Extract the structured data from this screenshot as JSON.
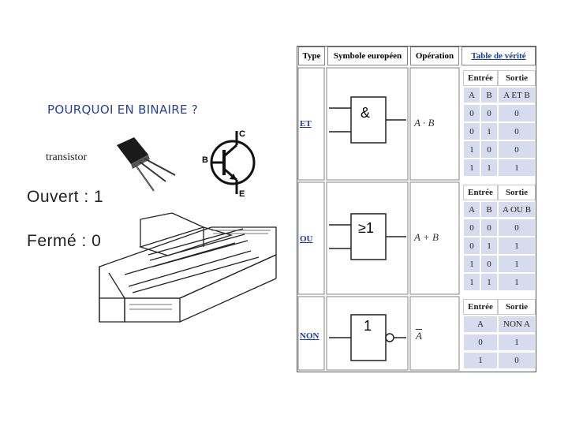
{
  "slide": {
    "title": "POURQUOI EN BINAIRE ?",
    "transistor_label": "transistor",
    "open_state": "Ouvert : 1",
    "closed_state": "Fermé : 0"
  },
  "transistor_symbol": {
    "collector": "C",
    "base": "B",
    "emitter": "E"
  },
  "truth_panel": {
    "headers": [
      "Type",
      "Symbole européen",
      "Opération",
      "Table de vérité"
    ],
    "gates": [
      {
        "name": "ET",
        "symbol": "&",
        "operation": "A · B",
        "table": {
          "group": [
            "Entrée",
            "Sortie"
          ],
          "columns": [
            "A",
            "B",
            "A ET B"
          ],
          "rows": [
            [
              "0",
              "0",
              "0"
            ],
            [
              "0",
              "1",
              "0"
            ],
            [
              "1",
              "0",
              "0"
            ],
            [
              "1",
              "1",
              "1"
            ]
          ]
        }
      },
      {
        "name": "OU",
        "symbol": "≥1",
        "operation": "A + B",
        "table": {
          "group": [
            "Entrée",
            "Sortie"
          ],
          "columns": [
            "A",
            "B",
            "A OU B"
          ],
          "rows": [
            [
              "0",
              "0",
              "0"
            ],
            [
              "0",
              "1",
              "1"
            ],
            [
              "1",
              "0",
              "1"
            ],
            [
              "1",
              "1",
              "1"
            ]
          ]
        }
      },
      {
        "name": "NON",
        "symbol": "1",
        "operation": "A",
        "table": {
          "group": [
            "Entrée",
            "Sortie"
          ],
          "columns": [
            "A",
            "NON A"
          ],
          "rows": [
            [
              "0",
              "1"
            ],
            [
              "1",
              "0"
            ]
          ]
        }
      }
    ]
  }
}
